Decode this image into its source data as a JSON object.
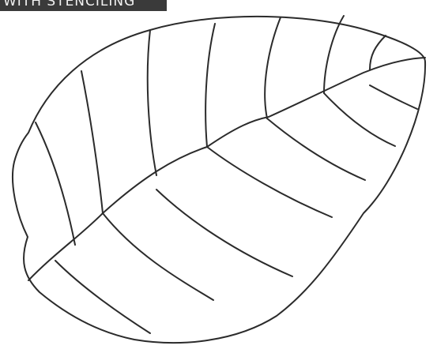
{
  "image": {
    "subject": "leaf",
    "style": "line-drawing",
    "colors": {
      "background": "#ffffff",
      "stroke": "#2b2b2b",
      "watermark_bg": "#3a3a3a",
      "watermark_text": "#f2f2f2"
    }
  },
  "watermark": {
    "text": "WITH STENCILING"
  }
}
